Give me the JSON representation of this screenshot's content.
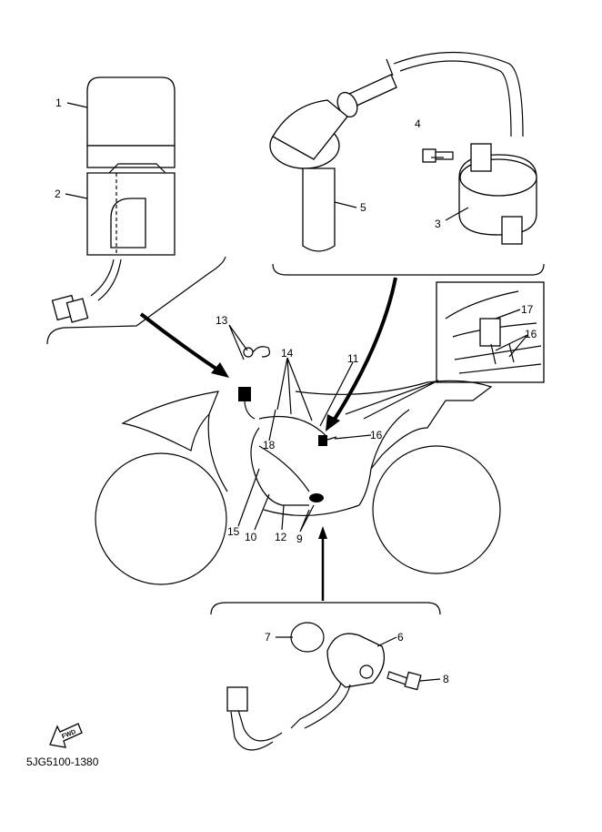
{
  "diagram": {
    "part_code": "5JG5100-1380",
    "fwd_label": "FWD",
    "callouts": [
      "1",
      "2",
      "3",
      "4",
      "5",
      "6",
      "7",
      "8",
      "9",
      "10",
      "11",
      "12",
      "13",
      "14",
      "15",
      "16",
      "16",
      "17",
      "18"
    ]
  }
}
